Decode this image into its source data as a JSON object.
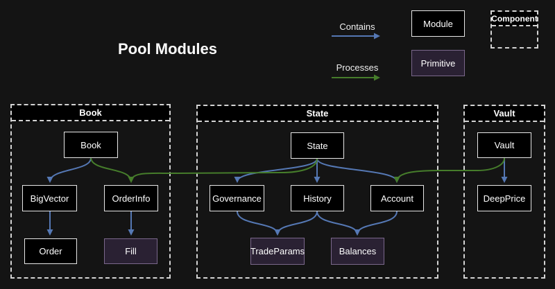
{
  "title": "Pool Modules",
  "legend": {
    "contains": "Contains",
    "processes": "Processes",
    "module": "Module",
    "primitive": "Primitive",
    "component": "Component"
  },
  "colors": {
    "background": "#141414",
    "contains_arrow": "#5578b4",
    "processes_arrow": "#467d2b",
    "module_fill": "#000000",
    "module_border": "#e8e8e8",
    "primitive_fill": "#2a2133",
    "primitive_border": "#7b688c"
  },
  "groups": {
    "book": {
      "title": "Book",
      "nodes": {
        "book": "Book",
        "bigvector": "BigVector",
        "orderinfo": "OrderInfo",
        "order": "Order",
        "fill": "Fill"
      }
    },
    "state": {
      "title": "State",
      "nodes": {
        "state": "State",
        "governance": "Governance",
        "history": "History",
        "account": "Account",
        "tradeparams": "TradeParams",
        "balances": "Balances"
      }
    },
    "vault": {
      "title": "Vault",
      "nodes": {
        "vault": "Vault",
        "deepprice": "DeepPrice"
      }
    }
  },
  "primitive_nodes": [
    "Fill",
    "TradeParams",
    "Balances"
  ],
  "edges": [
    {
      "from": "Book",
      "to": "BigVector",
      "type": "contains"
    },
    {
      "from": "Book",
      "to": "OrderInfo",
      "type": "processes"
    },
    {
      "from": "BigVector",
      "to": "Order",
      "type": "contains"
    },
    {
      "from": "OrderInfo",
      "to": "Fill",
      "type": "contains"
    },
    {
      "from": "State",
      "to": "Governance",
      "type": "contains"
    },
    {
      "from": "State",
      "to": "History",
      "type": "contains"
    },
    {
      "from": "State",
      "to": "Account",
      "type": "contains"
    },
    {
      "from": "State",
      "to": "OrderInfo",
      "type": "processes"
    },
    {
      "from": "Governance",
      "to": "TradeParams",
      "type": "contains"
    },
    {
      "from": "History",
      "to": "TradeParams",
      "type": "contains"
    },
    {
      "from": "History",
      "to": "Balances",
      "type": "contains"
    },
    {
      "from": "Account",
      "to": "Balances",
      "type": "contains"
    },
    {
      "from": "Vault",
      "to": "DeepPrice",
      "type": "contains"
    },
    {
      "from": "Vault",
      "to": "Account",
      "type": "processes"
    }
  ]
}
